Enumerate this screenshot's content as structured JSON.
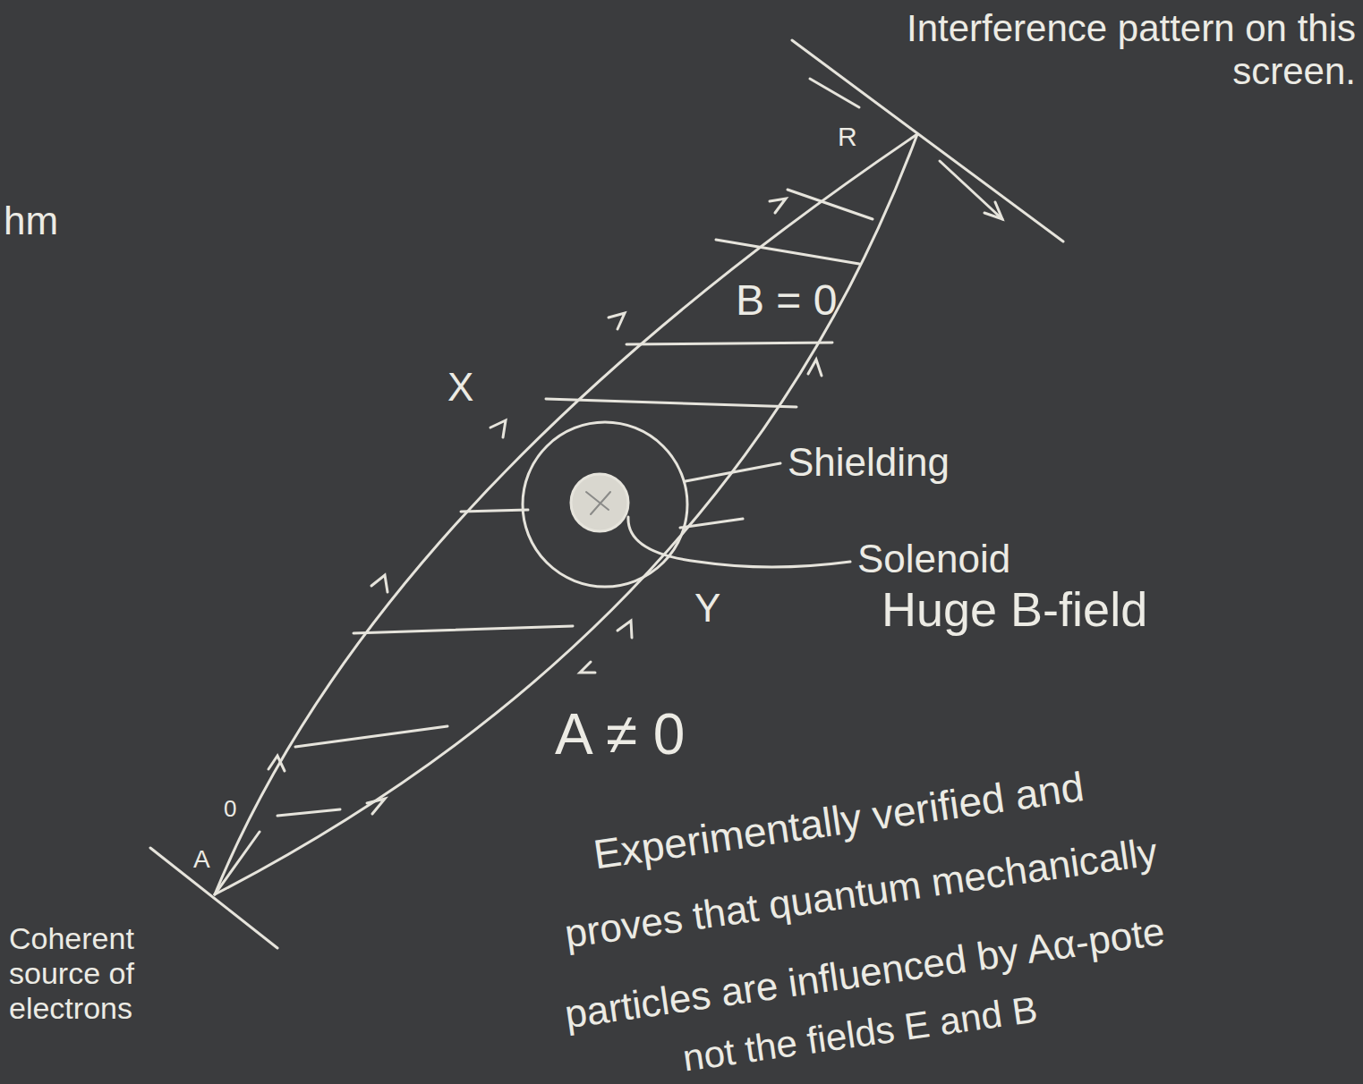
{
  "diagram": {
    "labels": [
      "hm",
      "Interference pattern on this screen.",
      "R",
      "B = 0",
      "X",
      "Shielding",
      "Solenoid",
      "Huge B-field",
      "Y",
      "A ≠ 0",
      "0",
      "A",
      "Coherent source of electrons",
      "Experimentally verified and",
      "proves that quantum mechanically",
      "particles are influenced by Aα-pote",
      "not the fields E and B"
    ]
  }
}
